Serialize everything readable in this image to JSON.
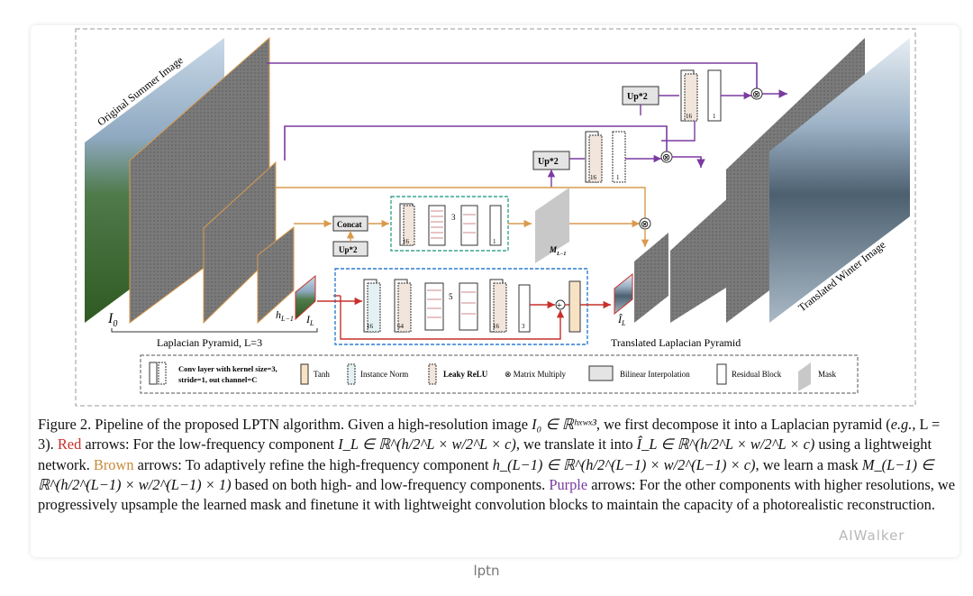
{
  "diagram": {
    "original_label": "Original Summer Image",
    "translated_label": "Translated Winter Image",
    "i0": "I",
    "i0_sub": "0",
    "h_label": "h",
    "h_sub": "L−1",
    "il_label": "I",
    "il_sub": "L",
    "il_hat_sub": "L",
    "pyramid_label": "Laplacian Pyramid, L=3",
    "translated_pyramid_label": "Translated Laplacian Pyramid",
    "concat_label": "Concat",
    "up2_label": "Up*2",
    "mask_label": "M",
    "mask_sub": "L−1",
    "num_16": "16",
    "num_1": "1",
    "num_3": "3",
    "num_64": "64",
    "num_5": "5",
    "legend": {
      "conv": "Conv layer with kernel size=3,",
      "conv2": "stride=1, out channel=C",
      "tanh": "Tanh",
      "instance_norm": "Instance Norm",
      "leaky_relu": "Leaky ReLU",
      "matmul": "⊗ Matrix Multiply",
      "bilinear": "Bilinear Interpolation",
      "residual": "Residual Block",
      "mask": "Mask"
    },
    "colors": {
      "red": "#c7302a",
      "brown": "#d99a4e",
      "purple": "#7a3aa0",
      "teal": "#3aa58e",
      "blue": "#2f7fd0"
    }
  },
  "caption": {
    "p1": "Figure 2. Pipeline of the proposed LPTN algorithm. Given a high-resolution image ",
    "p1b": ", we first decompose it into a Laplacian pyramid (",
    "eg": "e.g.",
    "p1c": ", L = 3). ",
    "red": "Red",
    "p2": " arrows: For the low-frequency component ",
    "p2b": ", we translate it into ",
    "p2c": " using a lightweight network. ",
    "brown": "Brown",
    "p3": " arrows: To adaptively refine the high-frequency component ",
    "p3b": ", we learn a mask ",
    "p3c": " based on both high- and low-frequency components. ",
    "purple": "Purple",
    "p4": " arrows: For the other components with higher resolutions, we progressively upsample the learned mask and finetune it with lightweight convolution blocks to maintain the capacity of a photorealistic reconstruction.",
    "math_i0": "I₀ ∈ ℝʰˣʷˣ³",
    "math_il": "I_L ∈ ℝ^(h/2^L × w/2^L × c)",
    "math_ilhat": "Î_L ∈ ℝ^(h/2^L × w/2^L × c)",
    "math_h": "h_(L−1) ∈ ℝ^(h/2^(L−1) × w/2^(L−1) × c)",
    "math_m": "M_(L−1) ∈ ℝ^(h/2^(L−1) × w/2^(L−1) × 1)"
  },
  "watermark": "AIWalker",
  "bottom_label": "lptn"
}
